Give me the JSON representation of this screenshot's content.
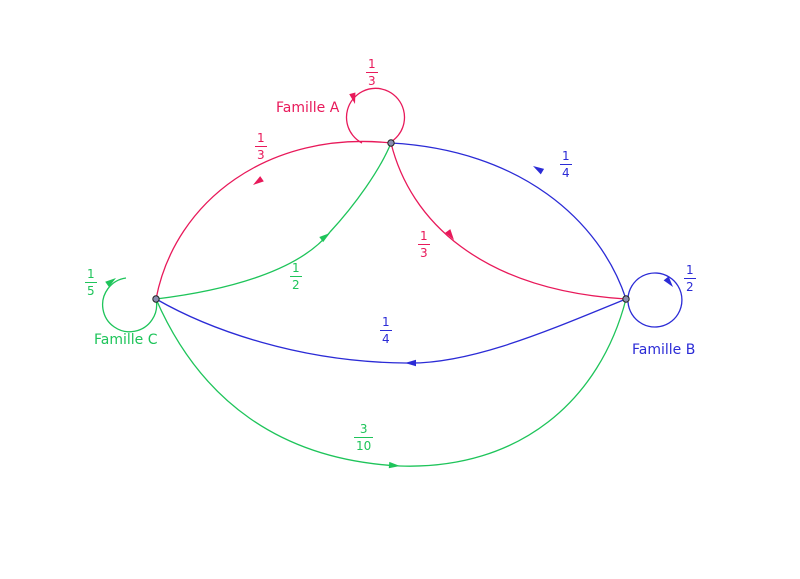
{
  "colors": {
    "A": "#e8195a",
    "B": "#2b2bd6",
    "C": "#1ec45a"
  },
  "nodes": [
    {
      "id": "A",
      "label": "Famille A"
    },
    {
      "id": "B",
      "label": "Famille B"
    },
    {
      "id": "C",
      "label": "Famille C"
    }
  ],
  "edges": [
    {
      "from": "A",
      "to": "A",
      "num": "1",
      "den": "3"
    },
    {
      "from": "A",
      "to": "C",
      "num": "1",
      "den": "3"
    },
    {
      "from": "A",
      "to": "B",
      "num": "1",
      "den": "3"
    },
    {
      "from": "B",
      "to": "A",
      "num": "1",
      "den": "4"
    },
    {
      "from": "B",
      "to": "B",
      "num": "1",
      "den": "2"
    },
    {
      "from": "B",
      "to": "C",
      "num": "1",
      "den": "4"
    },
    {
      "from": "C",
      "to": "A",
      "num": "1",
      "den": "2"
    },
    {
      "from": "C",
      "to": "C",
      "num": "1",
      "den": "5"
    },
    {
      "from": "C",
      "to": "B",
      "num": "3",
      "den": "10"
    }
  ]
}
